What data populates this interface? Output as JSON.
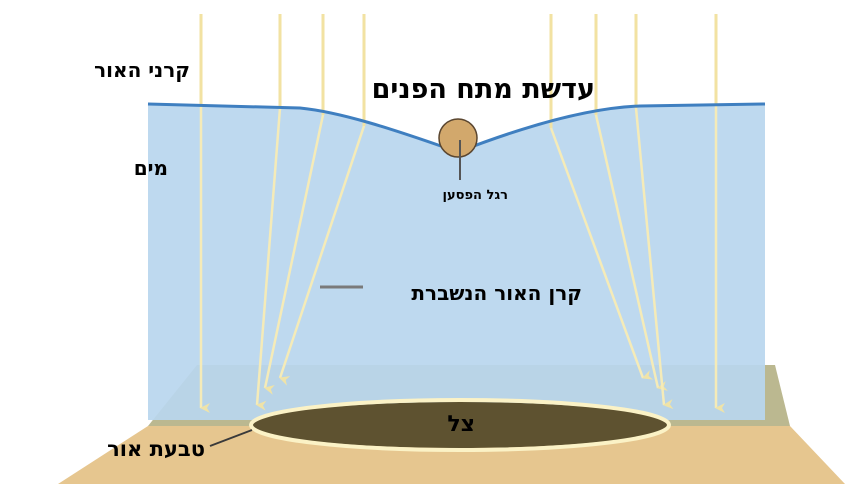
{
  "title": "עדשת מתח הפנים",
  "labels": {
    "light_rays": "קרני האור",
    "water": "מים",
    "strider_leg": "רגל הפסען",
    "refracted_ray": "קרן האור הנשברת",
    "shadow": "צל",
    "light_ring": "טבעת אור"
  },
  "colors": {
    "water": "#b9d6ee",
    "surface_line": "#3f7fc0",
    "ray": "#f5e7a6",
    "ground": "#e6c68f",
    "ground_far": "#bbb890",
    "shadow": "#5e5230",
    "ring": "#fbf2c6",
    "leg": "#d2a86c"
  }
}
